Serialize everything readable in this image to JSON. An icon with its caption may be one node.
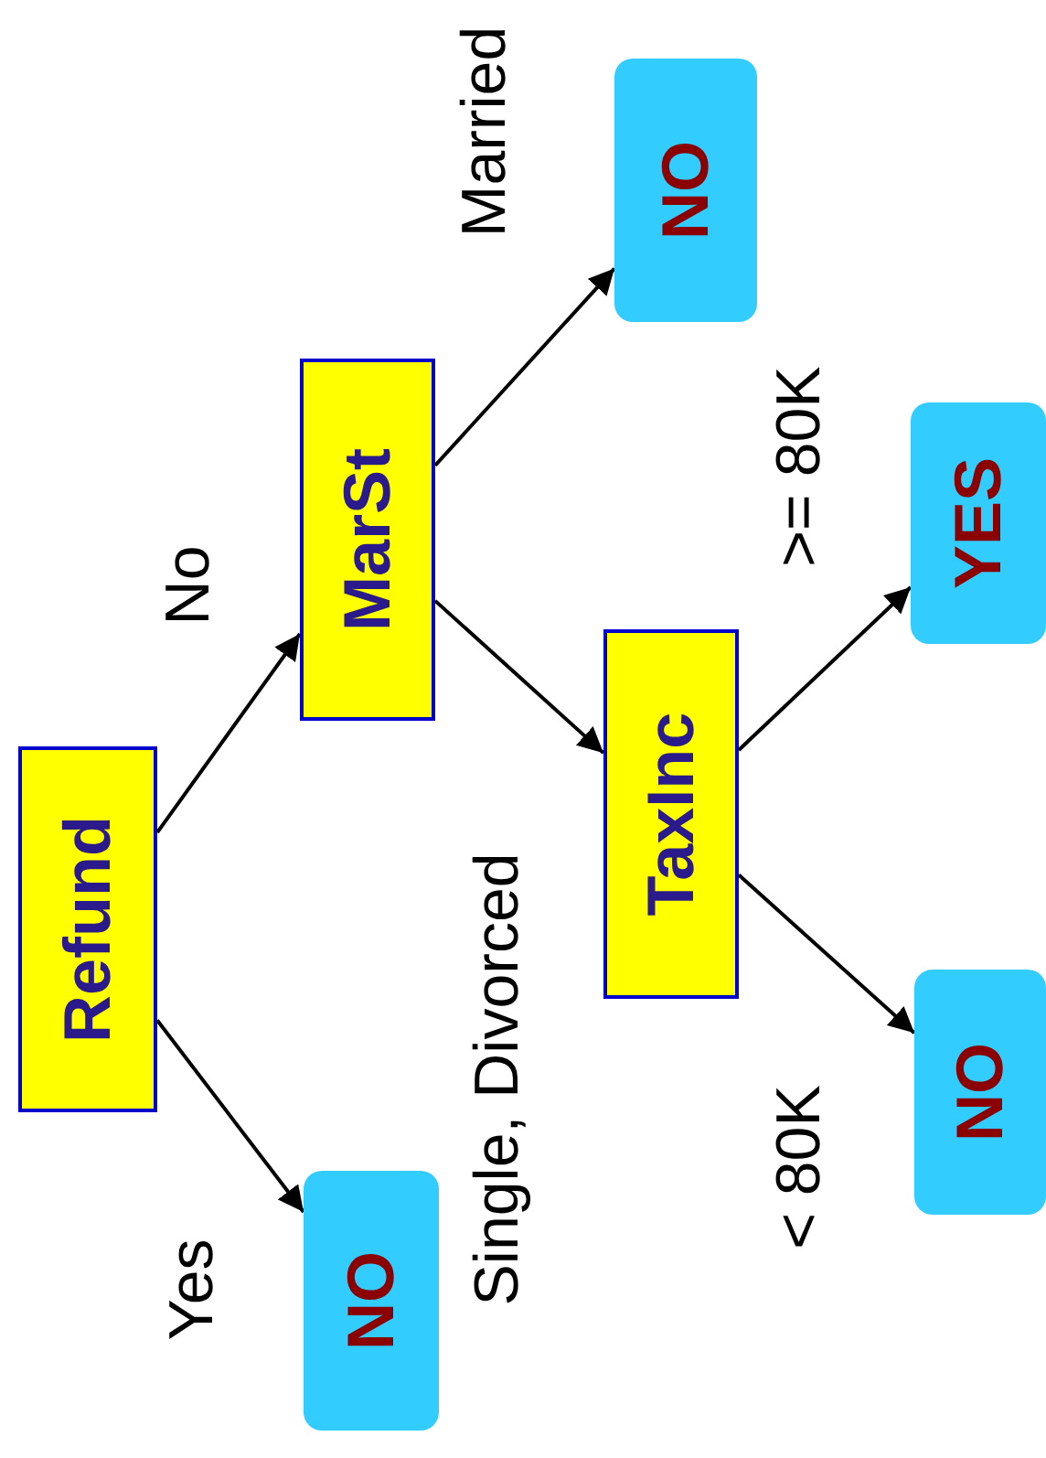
{
  "diagram": {
    "nodes": [
      {
        "text": [
          "Refund"
        ]
      },
      {
        "text": [
          "MarSt"
        ]
      },
      {
        "text": [
          "TaxInc"
        ]
      },
      {
        "text": [
          "NO"
        ]
      },
      {
        "text": [
          "NO"
        ]
      },
      {
        "text": [
          "YES"
        ]
      },
      {
        "text": [
          "NO"
        ]
      }
    ],
    "edges": [
      {
        "from": 0,
        "to": 3,
        "arrow": "to",
        "label": "Yes"
      },
      {
        "from": 0,
        "to": 1,
        "arrow": "to",
        "label": "No"
      },
      {
        "from": 1,
        "to": 4,
        "arrow": "to",
        "label": "Married"
      },
      {
        "from": 1,
        "to": 2,
        "arrow": "to",
        "label": "Single, Divorced"
      },
      {
        "from": 2,
        "to": 5,
        "arrow": "to",
        "label": ">= 80K"
      },
      {
        "from": 2,
        "to": 6,
        "arrow": "to",
        "label": "< 80K"
      }
    ]
  }
}
